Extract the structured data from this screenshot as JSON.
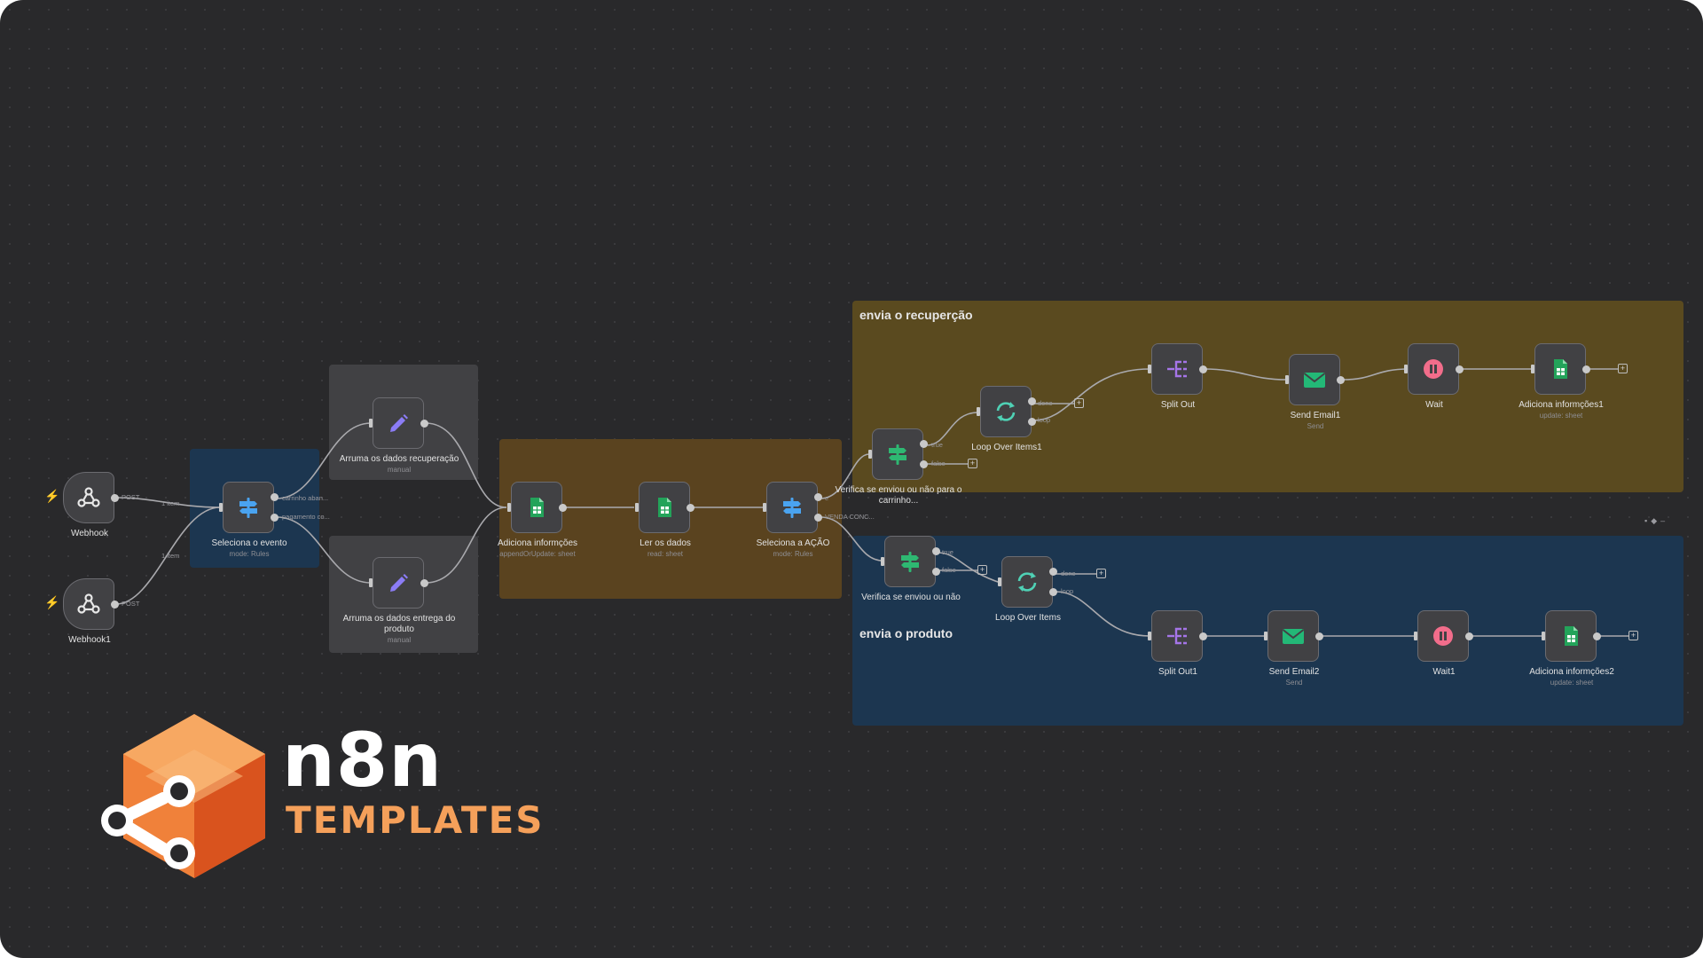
{
  "groups": {
    "recuperacao": "envia o recuperção",
    "produto": "envia o produto"
  },
  "nodes": {
    "webhook": {
      "title": "Webhook",
      "sub": ""
    },
    "webhook1": {
      "title": "Webhook1",
      "sub": ""
    },
    "seleciona_evento": {
      "title": "Seleciona o evento",
      "sub": "mode: Rules"
    },
    "arruma_recuperacao": {
      "title": "Arruma os dados recuperação",
      "sub": "manual"
    },
    "arruma_entrega": {
      "title": "Arruma os dados entrega do produto",
      "sub": "manual"
    },
    "adiciona_info": {
      "title": "Adiciona informções",
      "sub": "appendOrUpdate: sheet"
    },
    "ler_dados": {
      "title": "Ler os dados",
      "sub": "read: sheet"
    },
    "seleciona_acao": {
      "title": "Seleciona a AÇÃO",
      "sub": "mode: Rules"
    },
    "verifica_carrinho": {
      "title": "Verifica se enviou ou não para o carrinho...",
      "sub": ""
    },
    "loop1": {
      "title": "Loop Over Items1",
      "sub": ""
    },
    "split_out": {
      "title": "Split Out",
      "sub": ""
    },
    "send_email1": {
      "title": "Send Email1",
      "sub": "Send"
    },
    "wait": {
      "title": "Wait",
      "sub": ""
    },
    "adiciona_info1": {
      "title": "Adiciona informções1",
      "sub": "update: sheet"
    },
    "verifica": {
      "title": "Verifica se enviou ou não",
      "sub": ""
    },
    "loop": {
      "title": "Loop Over Items",
      "sub": ""
    },
    "split_out1": {
      "title": "Split Out1",
      "sub": ""
    },
    "send_email2": {
      "title": "Send Email2",
      "sub": "Send"
    },
    "wait1": {
      "title": "Wait1",
      "sub": ""
    },
    "adiciona_info2": {
      "title": "Adiciona informções2",
      "sub": "update: sheet"
    }
  },
  "edge_labels": {
    "post": "POST",
    "one_item": "1 item",
    "carrinho": "carrinho aban...",
    "pagamento": "pagamento co...",
    "venda": "VENDA CONC...",
    "true": "true",
    "false": "false",
    "done": "done",
    "loop": "loop",
    "output_e": "e"
  },
  "brand": {
    "name": "n8n",
    "tag": "TEMPLATES"
  },
  "colors": {
    "canvas": "#29292b",
    "group_recuperacao": "#5a4a1f",
    "group_produto": "#1c3650",
    "group_evento": "#1c3650",
    "group_manual": "#414144",
    "group_sheets": "#5a431f",
    "sheets_green": "#23a35a",
    "switch_blue": "#4aa3f0",
    "if_green": "#2eb872",
    "edit_purple": "#8b7cf5",
    "loop_teal": "#4fd1b5",
    "split_purple": "#a575e8",
    "email_green": "#23b877",
    "wait_pink": "#f26d8b",
    "logo_orange": "#f0813a"
  },
  "icons": {
    "webhook": "webhook-icon",
    "switch": "signpost-icon",
    "edit": "pencil-icon",
    "sheets": "google-sheets-icon",
    "if": "if-branch-icon",
    "loop": "loop-arrows-icon",
    "split": "split-out-icon",
    "email": "envelope-icon",
    "wait": "pause-icon",
    "trigger": "lightning-bolt-icon"
  }
}
